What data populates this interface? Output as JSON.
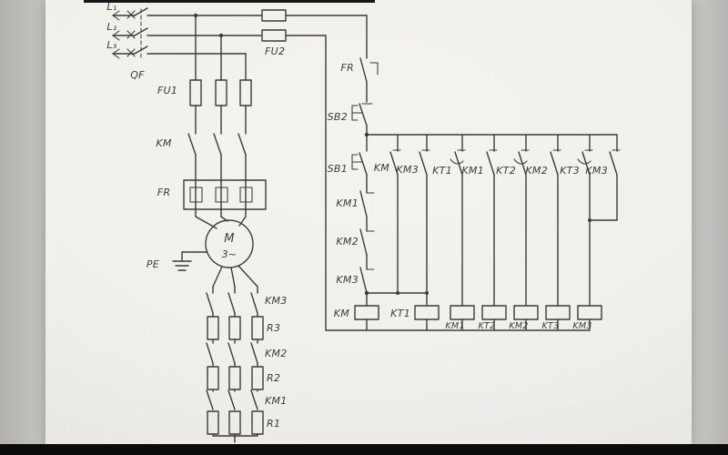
{
  "colors": {
    "ink": "#3c3b38",
    "paper": "#f1f0ec",
    "margin": "#c7c6c3",
    "edge_black": "#0d0d0d"
  },
  "power": {
    "phase_labels": [
      "L₁",
      "L₂",
      "L₃"
    ],
    "breaker": "QF",
    "fuse_main": "FU1",
    "fuse_control": "FU2",
    "contactor": "KM",
    "overload": "FR",
    "motor_letter": "M",
    "motor_type": "3~",
    "earth": "PE",
    "rotor_contacts": [
      "KM3",
      "KM2",
      "KM1"
    ],
    "rotor_resistors": [
      "R3",
      "R2",
      "R1"
    ]
  },
  "control": {
    "overload_contact": "FR",
    "stop_button": "SB2",
    "start_button": "SB1",
    "seal_contact": "KM",
    "aux_contact": "KM3",
    "interlocks": [
      "KM1",
      "KM2",
      "KM3"
    ],
    "timer_branch_contacts": [
      "KT1",
      "KM1",
      "KT2",
      "KM2",
      "KT3"
    ],
    "final_contact": "KM3",
    "coil_main": "KM",
    "coil_timer1": "KT1",
    "branch_coils": [
      "KM1",
      "KT2",
      "KM2",
      "KT3",
      "KM3"
    ]
  }
}
